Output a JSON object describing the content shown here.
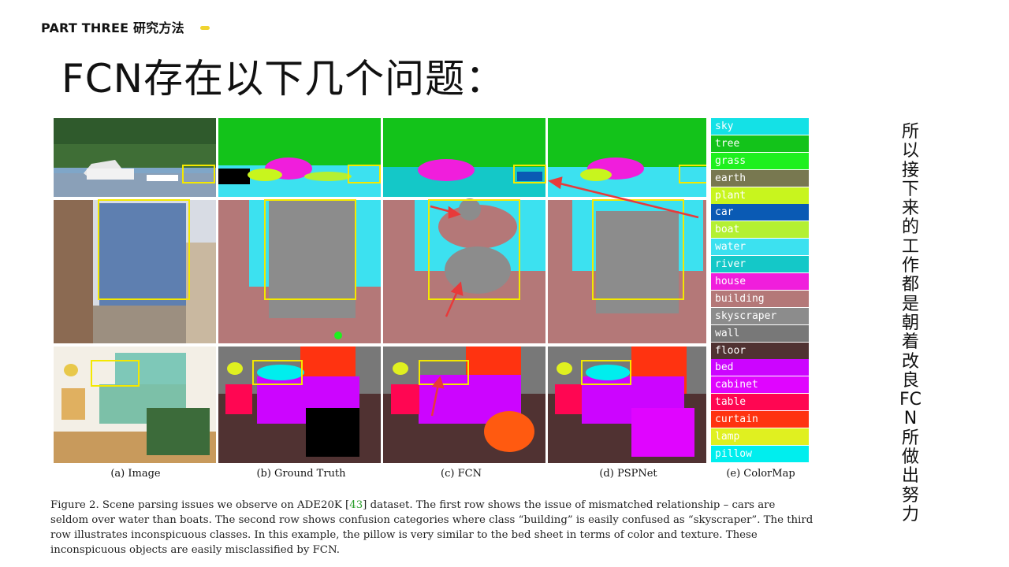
{
  "header": {
    "section": "PART THREE 研究方法"
  },
  "title": "FCN存在以下几个问题：",
  "side_note": "所以接下来的工作都是朝着改良FCN所做出努力",
  "figure": {
    "col_captions": [
      "(a) Image",
      "(b) Ground Truth",
      "(c) FCN",
      "(d) PSPNet",
      "(e) ColorMap"
    ],
    "colormap": [
      {
        "label": "sky",
        "color": "#14e1e6"
      },
      {
        "label": "tree",
        "color": "#13c31a"
      },
      {
        "label": "grass",
        "color": "#1ef01e"
      },
      {
        "label": "earth",
        "color": "#787850"
      },
      {
        "label": "plant",
        "color": "#c8f51e"
      },
      {
        "label": "car",
        "color": "#0a5ab4"
      },
      {
        "label": "boat",
        "color": "#b4f032"
      },
      {
        "label": "water",
        "color": "#3ce1f0"
      },
      {
        "label": "river",
        "color": "#14c8c8"
      },
      {
        "label": "house",
        "color": "#f01edc"
      },
      {
        "label": "building",
        "color": "#b47878"
      },
      {
        "label": "skyscraper",
        "color": "#8c8c8c"
      },
      {
        "label": "wall",
        "color": "#787878"
      },
      {
        "label": "floor",
        "color": "#503232"
      },
      {
        "label": "bed",
        "color": "#cc05ff"
      },
      {
        "label": "cabinet",
        "color": "#e005ff"
      },
      {
        "label": "table",
        "color": "#ff0652"
      },
      {
        "label": "curtain",
        "color": "#ff3310"
      },
      {
        "label": "lamp",
        "color": "#e0f020"
      },
      {
        "label": "pillow",
        "color": "#00eeee"
      }
    ],
    "caption_prefix": "Figure 2. Scene parsing issues we observe on ADE20K [",
    "caption_ref": "43",
    "caption_rest": "] dataset. The first row shows the issue of mismatched relationship – cars are seldom over water than boats. The second row shows confusion categories where class “building” is easily confused as “skyscraper”. The third row illustrates inconspicuous classes. In this example, the pillow is very similar to the bed sheet in terms of color and texture. These inconspicuous objects are easily misclassified by FCN."
  }
}
